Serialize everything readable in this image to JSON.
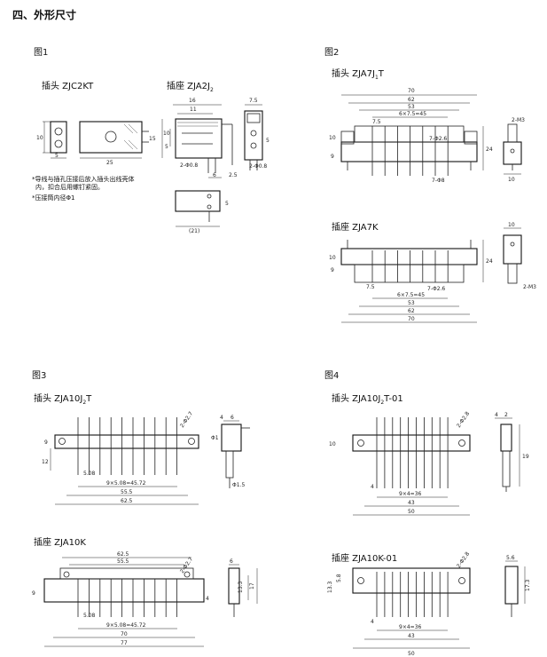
{
  "section_title": "四、外形尺寸",
  "figures": [
    {
      "label": "图1",
      "plug": "插头  ZJC2KT",
      "socket": "插座  ZJA2J",
      "socket_sub": "2",
      "notes": [
        "*导线与插孔压接后放入插头出线壳体",
        "内，扣合后用螺钉紧固。",
        "*压接筒内径Φ1"
      ],
      "dims": [
        "10",
        "5",
        "25",
        "16",
        "11",
        "10",
        "15",
        "5",
        "6",
        "2.5",
        "2-Φ0.8",
        "7.5",
        "5",
        "2-Φ0.8",
        "(21)",
        "5"
      ]
    },
    {
      "label": "图2",
      "plug": "插头  ZJA7J",
      "plug_sub": "1",
      "plug_tail": "T",
      "socket": "插座  ZJA7K",
      "dims_top": [
        "70",
        "62",
        "53",
        "6×7.5=45",
        "7.5",
        "7-Φ2.6",
        "7-Φ8",
        "2-M3",
        "10",
        "9",
        "24",
        "10"
      ],
      "dims_bottom": [
        "10",
        "9",
        "24",
        "7.5",
        "7-Φ2.6",
        "6×7.5=45",
        "53",
        "62",
        "70",
        "2-M3",
        "10"
      ]
    },
    {
      "label": "图3",
      "plug": "插头  ZJA10J",
      "plug_sub": "2",
      "plug_tail": "T",
      "socket": "插座  ZJA10K",
      "dims_top": [
        "9",
        "12",
        "5.08",
        "9×5.08=45.72",
        "55.5",
        "62.5",
        "2-Φ2.7",
        "4",
        "6",
        "Φ1",
        "Φ1.5"
      ],
      "dims_bottom": [
        "62.5",
        "55.5",
        "2-Φ2.7",
        "9",
        "5.08",
        "9×5.08=45.72",
        "70",
        "77",
        "4",
        "6",
        "13.3",
        "17"
      ]
    },
    {
      "label": "图4",
      "plug": "插头  ZJA10J",
      "plug_sub": "2",
      "plug_tail": "T-01",
      "socket": "插座  ZJA10K-01",
      "dims_top": [
        "2-Φ2.8",
        "4",
        "2",
        "10",
        "19",
        "4",
        "9×4=36",
        "43",
        "50"
      ],
      "dims_bottom": [
        "2-Φ2.8",
        "5.6",
        "13.3",
        "5.8",
        "17.3",
        "4",
        "9×4=36",
        "43",
        "50"
      ]
    }
  ]
}
